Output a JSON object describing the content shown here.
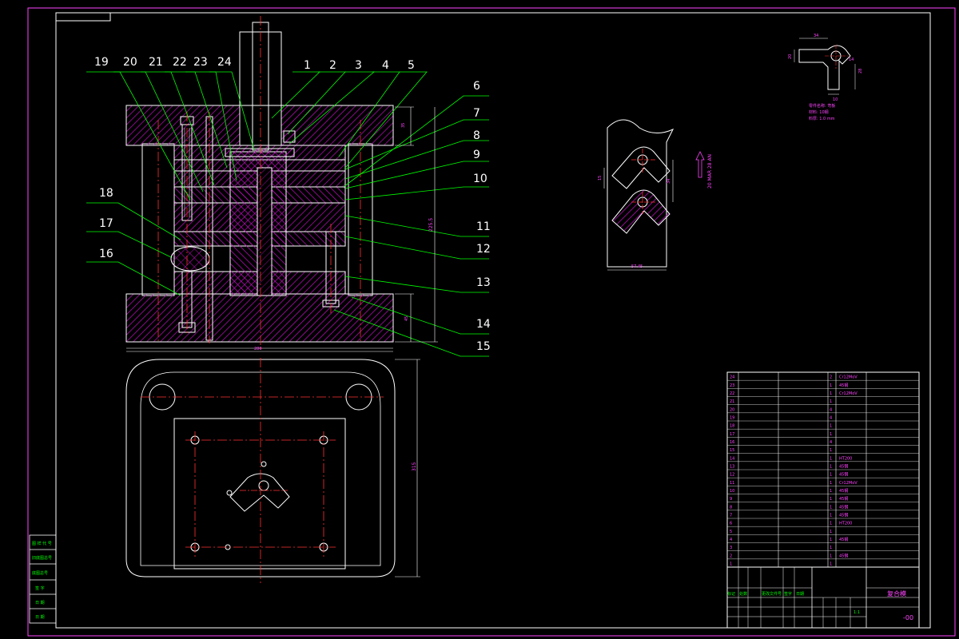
{
  "drawing": {
    "part_numbers": [
      "1",
      "2",
      "3",
      "4",
      "5",
      "6",
      "7",
      "8",
      "9",
      "10",
      "11",
      "12",
      "13",
      "14",
      "15",
      "16",
      "17",
      "18",
      "19",
      "20",
      "21",
      "22",
      "23",
      "24"
    ],
    "dims": {
      "overall_width": "280",
      "die_height": "225.5",
      "top_plate": "35",
      "bottom_plate": "45",
      "plan_height": "315",
      "strip_width": "57.45",
      "strip_pitch": "34",
      "strip_left": "15"
    },
    "feed_arrow_text": "20 MAR 28 AN",
    "part_dims": [
      "34",
      "20",
      "10",
      "14",
      "28"
    ],
    "part_notes": [
      "零件名称: 弯板",
      "材料: 10钢",
      "料厚: 1.0 mm"
    ],
    "title_block": {
      "drawing_title": "复合模",
      "drawing_no": "-00",
      "scale": "1:1",
      "head_cells": [
        "标记",
        "处数",
        "更改文件号",
        "签字",
        "日期"
      ]
    },
    "bom_rows": [
      {
        "no": "24",
        "qty": "2",
        "spec": "Cr12MoV"
      },
      {
        "no": "23",
        "qty": "1",
        "spec": "45钢"
      },
      {
        "no": "22",
        "qty": "1",
        "spec": "Cr12MoV"
      },
      {
        "no": "21",
        "qty": "1",
        "spec": ""
      },
      {
        "no": "20",
        "qty": "4",
        "spec": ""
      },
      {
        "no": "19",
        "qty": "4",
        "spec": ""
      },
      {
        "no": "18",
        "qty": "1",
        "spec": ""
      },
      {
        "no": "17",
        "qty": "1",
        "spec": ""
      },
      {
        "no": "16",
        "qty": "4",
        "spec": ""
      },
      {
        "no": "15",
        "qty": "1",
        "spec": ""
      },
      {
        "no": "14",
        "qty": "1",
        "spec": "HT200"
      },
      {
        "no": "13",
        "qty": "1",
        "spec": "45钢"
      },
      {
        "no": "12",
        "qty": "1",
        "spec": "45钢"
      },
      {
        "no": "11",
        "qty": "1",
        "spec": "Cr12MoV"
      },
      {
        "no": "10",
        "qty": "1",
        "spec": "45钢"
      },
      {
        "no": "9",
        "qty": "1",
        "spec": "45钢"
      },
      {
        "no": "8",
        "qty": "1",
        "spec": "45钢"
      },
      {
        "no": "7",
        "qty": "1",
        "spec": "45钢"
      },
      {
        "no": "6",
        "qty": "1",
        "spec": "HT200"
      },
      {
        "no": "5",
        "qty": "1",
        "spec": ""
      },
      {
        "no": "4",
        "qty": "1",
        "spec": "45钢"
      },
      {
        "no": "3",
        "qty": "1",
        "spec": ""
      },
      {
        "no": "2",
        "qty": "1",
        "spec": "45钢"
      },
      {
        "no": "1",
        "qty": "1",
        "spec": ""
      }
    ],
    "left_strip": [
      "图 样 代 号",
      "旧底图总号",
      "底图总号",
      "签 字",
      "日 期",
      "日 期"
    ],
    "colors": {
      "frame": "#ff44ff",
      "outline": "#ffffff",
      "hatch": "#c010c0",
      "center": "#ff3030",
      "grid": "#00ff00"
    }
  }
}
